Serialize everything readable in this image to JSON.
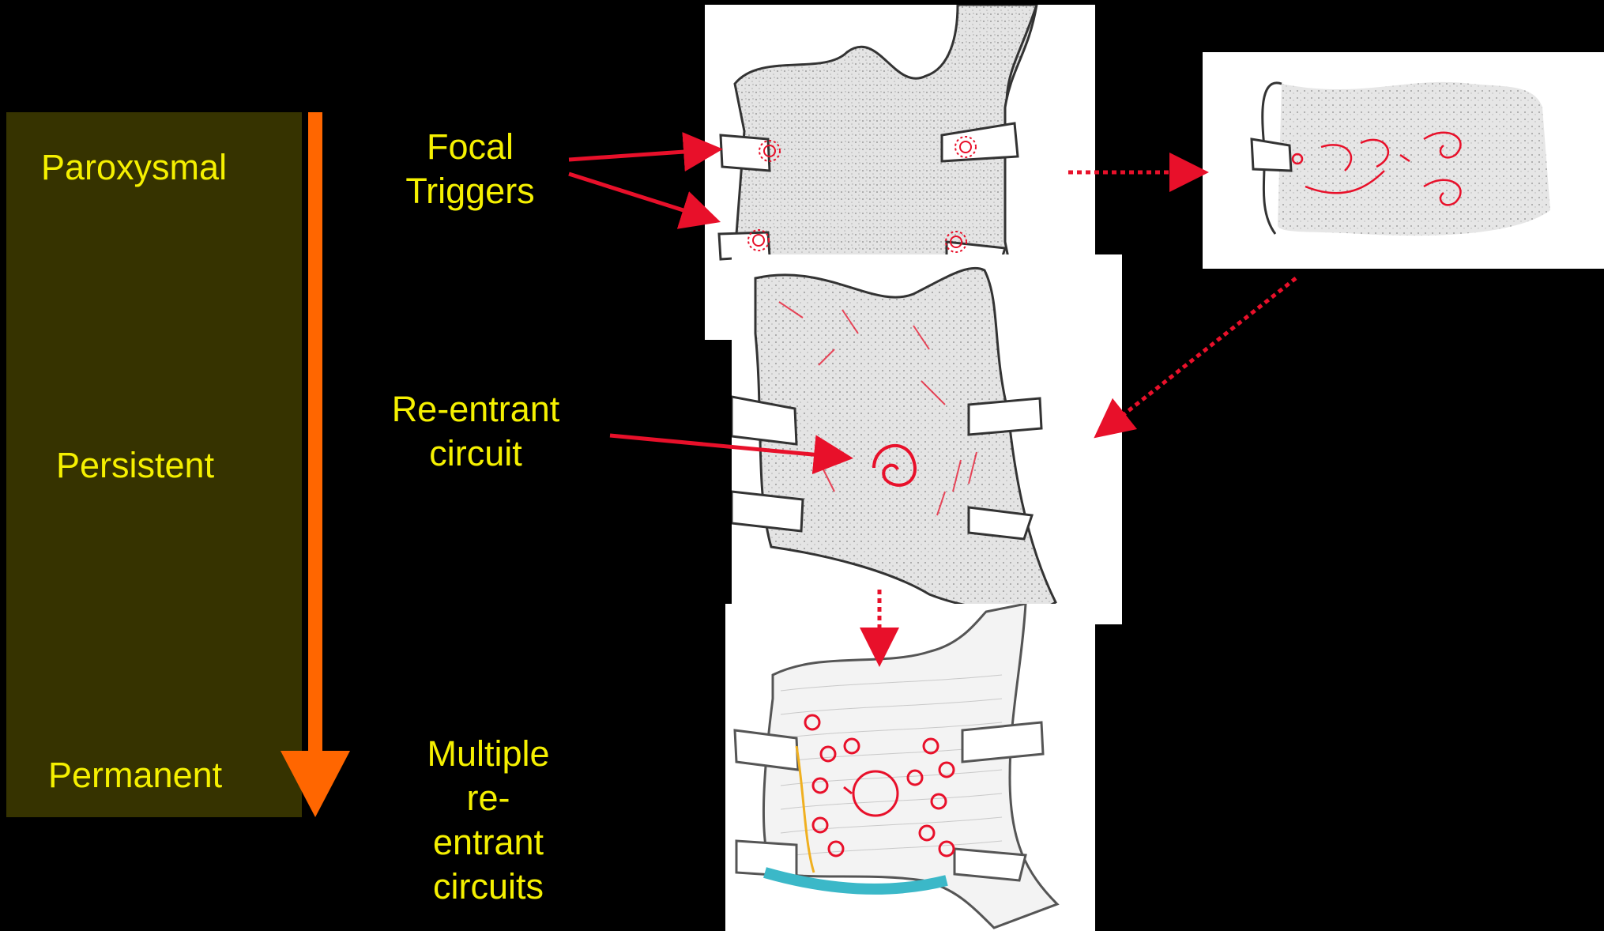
{
  "stages": {
    "paroxysmal": "Paroxysmal",
    "persistent": "Persistent",
    "permanent": "Permanent"
  },
  "callouts": {
    "focal_line1": "Focal",
    "focal_line2": "Triggers",
    "reentrant_line1": "Re-entrant",
    "reentrant_line2": "circuit",
    "multiple_line1": "Multiple re-",
    "multiple_line2": "entrant",
    "multiple_line3": "circuits"
  },
  "colors": {
    "background": "#000000",
    "stage_panel": "#363300",
    "label_text": "#f5f000",
    "progression_arrow": "#ff6600",
    "pointer_arrows": "#e8102a"
  },
  "icons": {
    "progression": "down-arrow-icon",
    "pointers": "red-arrow-icon",
    "transitions": "dotted-red-arrow-icon"
  }
}
